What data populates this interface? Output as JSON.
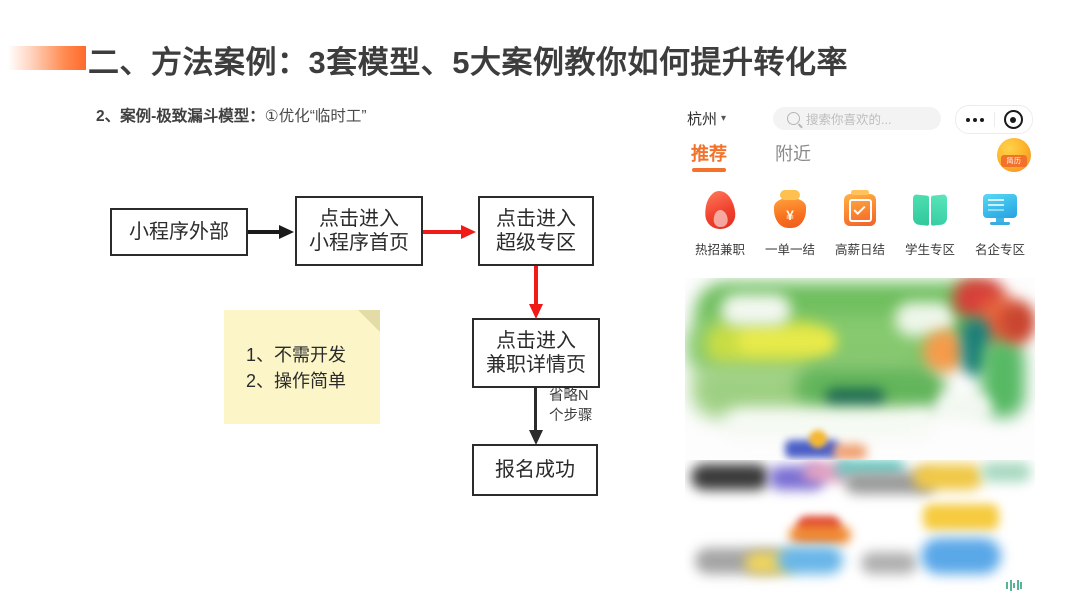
{
  "slide": {
    "title": "二、方法案例：3套模型、5大案例教你如何提升转化率",
    "subtitle_bold": "2、案例-极致漏斗模型：",
    "subtitle_light": "①优化“临时工”",
    "accent_color": "#ff6a2b"
  },
  "flow": {
    "boxes": [
      {
        "id": "outside",
        "label": "小程序外部"
      },
      {
        "id": "home",
        "label": "点击进入\n小程序首页"
      },
      {
        "id": "zone",
        "label": "点击进入\n超级专区"
      },
      {
        "id": "detail",
        "label": "点击进入\n兼职详情页"
      },
      {
        "id": "success",
        "label": "报名成功"
      }
    ],
    "skip_label": "省略N\n个步骤",
    "arrow_colors": {
      "normal": "#1a1a1a",
      "highlight": "#f01a17"
    }
  },
  "sticky_note": {
    "text": "1、不需开发\n2、操作简单",
    "background": "#fbf5c8"
  },
  "phone": {
    "city": "杭州",
    "city_chevron": "chevron-down-icon",
    "search": {
      "placeholder": "搜索你喜欢的...",
      "icon": "search-icon"
    },
    "capsule": {
      "more": "more-dots-icon",
      "target": "target-icon"
    },
    "tabs": [
      {
        "label": "推荐",
        "active": true
      },
      {
        "label": "附近",
        "active": false
      }
    ],
    "tab_active_color": "#f2722b",
    "avatar_badge": "简历",
    "nav_items": [
      {
        "label": "热招兼职",
        "icon": "flame-icon"
      },
      {
        "label": "一单一结",
        "icon": "money-bag-icon"
      },
      {
        "label": "高薪日结",
        "icon": "calendar-check-icon"
      },
      {
        "label": "学生专区",
        "icon": "book-icon"
      },
      {
        "label": "名企专区",
        "icon": "monitor-icon"
      }
    ],
    "money_symbol": "¥"
  }
}
